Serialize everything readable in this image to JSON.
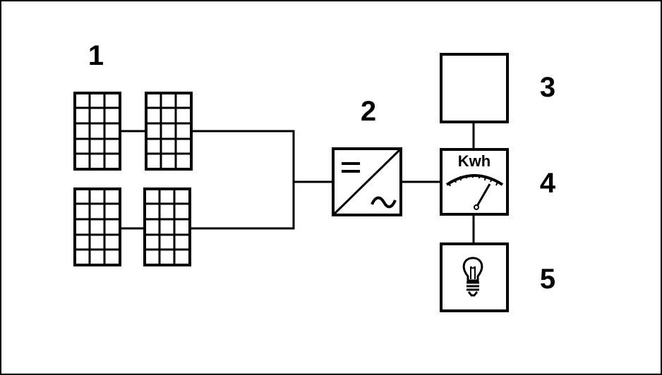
{
  "labels": {
    "panels": "1",
    "inverter": "2",
    "grid": "3",
    "meter": "4",
    "load": "5"
  },
  "meter": {
    "unit_label": "Kwh"
  },
  "colors": {
    "line": "#000000",
    "background": "#ffffff"
  },
  "icons": [
    "solar-panel-icon",
    "inverter-icon",
    "meter-icon",
    "light-bulb-icon"
  ]
}
